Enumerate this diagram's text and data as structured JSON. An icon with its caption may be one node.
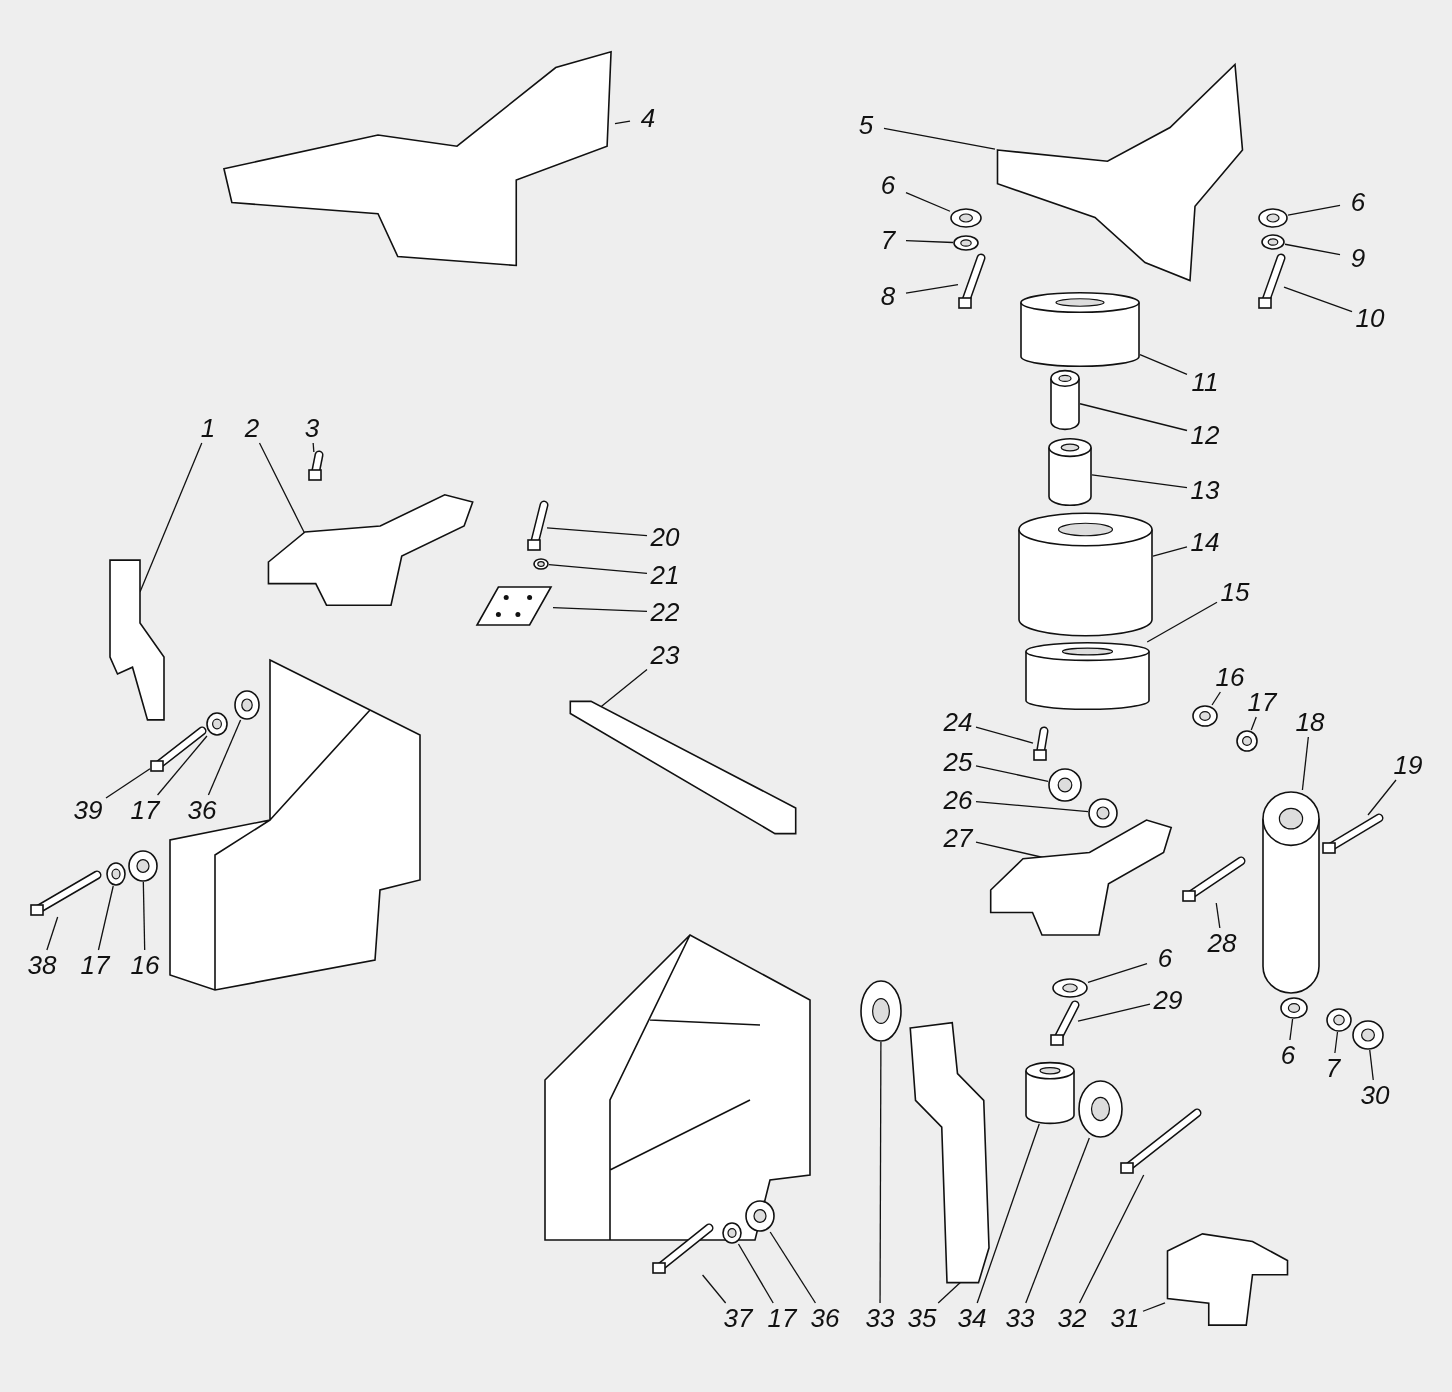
{
  "diagram": {
    "nodes": [
      {
        "text": [
          "1"
        ]
      },
      {
        "text": [],
        "shape": "picture"
      },
      {
        "text": [
          "2"
        ]
      },
      {
        "text": [],
        "shape": "picture"
      },
      {
        "text": [
          "3"
        ]
      },
      {
        "text": [],
        "shape": "bar"
      },
      {
        "text": [
          "4"
        ]
      },
      {
        "text": [],
        "shape": "picture"
      },
      {
        "text": [
          "5"
        ]
      },
      {
        "text": [],
        "shape": "picture"
      },
      {
        "text": [
          "6"
        ]
      },
      {
        "text": [],
        "shape": "circle"
      },
      {
        "text": [
          "7"
        ]
      },
      {
        "text": [],
        "shape": "circle"
      },
      {
        "text": [
          "8"
        ]
      },
      {
        "text": [],
        "shape": "bar"
      },
      {
        "text": [
          "6"
        ]
      },
      {
        "text": [],
        "shape": "circle"
      },
      {
        "text": [
          "9"
        ]
      },
      {
        "text": [],
        "shape": "circle"
      },
      {
        "text": [
          "10"
        ]
      },
      {
        "text": [],
        "shape": "bar"
      },
      {
        "text": [
          "11"
        ]
      },
      {
        "text": [],
        "shape": "cylinder"
      },
      {
        "text": [
          "12"
        ]
      },
      {
        "text": [],
        "shape": "cylinder"
      },
      {
        "text": [
          "13"
        ]
      },
      {
        "text": [],
        "shape": "cylinder"
      },
      {
        "text": [
          "14"
        ]
      },
      {
        "text": [],
        "shape": "cylinder"
      },
      {
        "text": [
          "15"
        ]
      },
      {
        "text": [],
        "shape": "cylinder"
      },
      {
        "text": [
          "16"
        ]
      },
      {
        "text": [],
        "shape": "circle"
      },
      {
        "text": [
          "17"
        ]
      },
      {
        "text": [],
        "shape": "circle"
      },
      {
        "text": [
          "18"
        ]
      },
      {
        "text": [],
        "shape": "cylinder"
      },
      {
        "text": [
          "19"
        ]
      },
      {
        "text": [],
        "shape": "bar"
      },
      {
        "text": [
          "20"
        ]
      },
      {
        "text": [],
        "shape": "bar"
      },
      {
        "text": [
          "21"
        ]
      },
      {
        "text": [],
        "shape": "circle"
      },
      {
        "text": [
          "22"
        ]
      },
      {
        "text": [],
        "shape": "box"
      },
      {
        "text": [
          "23"
        ]
      },
      {
        "text": [],
        "shape": "picture"
      },
      {
        "text": [
          "24"
        ]
      },
      {
        "text": [],
        "shape": "bar"
      },
      {
        "text": [
          "25"
        ]
      },
      {
        "text": [],
        "shape": "circle"
      },
      {
        "text": [
          "26"
        ]
      },
      {
        "text": [],
        "shape": "circle"
      },
      {
        "text": [
          "27"
        ]
      },
      {
        "text": [],
        "shape": "picture"
      },
      {
        "text": [
          "28"
        ]
      },
      {
        "text": [],
        "shape": "bar"
      },
      {
        "text": [
          "6"
        ]
      },
      {
        "text": [],
        "shape": "circle"
      },
      {
        "text": [
          "29"
        ]
      },
      {
        "text": [],
        "shape": "bar"
      },
      {
        "text": [
          "6"
        ]
      },
      {
        "text": [],
        "shape": "circle"
      },
      {
        "text": [
          "7"
        ]
      },
      {
        "text": [],
        "shape": "circle"
      },
      {
        "text": [
          "30"
        ]
      },
      {
        "text": [],
        "shape": "circle"
      },
      {
        "text": [
          "31"
        ]
      },
      {
        "text": [],
        "shape": "picture"
      },
      {
        "text": [
          "32"
        ]
      },
      {
        "text": [],
        "shape": "bar"
      },
      {
        "text": [
          "33"
        ]
      },
      {
        "text": [],
        "shape": "circle"
      },
      {
        "text": [
          "34"
        ]
      },
      {
        "text": [],
        "shape": "cylinder"
      },
      {
        "text": [
          "35"
        ]
      },
      {
        "text": [],
        "shape": "picture"
      },
      {
        "text": [
          "33"
        ]
      },
      {
        "text": [],
        "shape": "circle"
      },
      {
        "text": [
          "36"
        ]
      },
      {
        "text": [],
        "shape": "circle"
      },
      {
        "text": [
          "17"
        ]
      },
      {
        "text": [],
        "shape": "circle"
      },
      {
        "text": [
          "37"
        ]
      },
      {
        "text": [],
        "shape": "bar"
      },
      {
        "text": [
          "38"
        ]
      },
      {
        "text": [],
        "shape": "bar"
      },
      {
        "text": [
          "17"
        ]
      },
      {
        "text": [],
        "shape": "circle"
      },
      {
        "text": [
          "16"
        ]
      },
      {
        "text": [],
        "shape": "circle"
      },
      {
        "text": [
          "39"
        ]
      },
      {
        "text": [],
        "shape": "bar"
      },
      {
        "text": [
          "17"
        ]
      },
      {
        "text": [],
        "shape": "circle"
      },
      {
        "text": [
          "36"
        ]
      },
      {
        "text": [],
        "shape": "circle"
      }
    ],
    "edges": [
      {
        "from": 0,
        "to": 1,
        "arrow": "none"
      },
      {
        "from": 2,
        "to": 3,
        "arrow": "none"
      },
      {
        "from": 4,
        "to": 5,
        "arrow": "none"
      },
      {
        "from": 6,
        "to": 7,
        "arrow": "none"
      },
      {
        "from": 8,
        "to": 9,
        "arrow": "none"
      },
      {
        "from": 10,
        "to": 11,
        "arrow": "none"
      },
      {
        "from": 12,
        "to": 13,
        "arrow": "none"
      },
      {
        "from": 14,
        "to": 15,
        "arrow": "none"
      },
      {
        "from": 16,
        "to": 17,
        "arrow": "none"
      },
      {
        "from": 18,
        "to": 19,
        "arrow": "none"
      },
      {
        "from": 20,
        "to": 21,
        "arrow": "none"
      },
      {
        "from": 22,
        "to": 23,
        "arrow": "none"
      },
      {
        "from": 24,
        "to": 25,
        "arrow": "none"
      },
      {
        "from": 26,
        "to": 27,
        "arrow": "none"
      },
      {
        "from": 28,
        "to": 29,
        "arrow": "none"
      },
      {
        "from": 30,
        "to": 31,
        "arrow": "none"
      },
      {
        "from": 32,
        "to": 33,
        "arrow": "none"
      },
      {
        "from": 34,
        "to": 35,
        "arrow": "none"
      },
      {
        "from": 36,
        "to": 37,
        "arrow": "none"
      },
      {
        "from": 38,
        "to": 39,
        "arrow": "none"
      },
      {
        "from": 40,
        "to": 41,
        "arrow": "none"
      },
      {
        "from": 42,
        "to": 43,
        "arrow": "none"
      },
      {
        "from": 44,
        "to": 45,
        "arrow": "none"
      },
      {
        "from": 46,
        "to": 47,
        "arrow": "none"
      },
      {
        "from": 48,
        "to": 49,
        "arrow": "none"
      },
      {
        "from": 50,
        "to": 51,
        "arrow": "none"
      },
      {
        "from": 52,
        "to": 53,
        "arrow": "none"
      },
      {
        "from": 54,
        "to": 55,
        "arrow": "none"
      },
      {
        "from": 56,
        "to": 57,
        "arrow": "none"
      },
      {
        "from": 58,
        "to": 59,
        "arrow": "none"
      },
      {
        "from": 60,
        "to": 61,
        "arrow": "none"
      },
      {
        "from": 62,
        "to": 63,
        "arrow": "none"
      },
      {
        "from": 64,
        "to": 65,
        "arrow": "none"
      },
      {
        "from": 66,
        "to": 67,
        "arrow": "none"
      },
      {
        "from": 68,
        "to": 69,
        "arrow": "none"
      },
      {
        "from": 70,
        "to": 71,
        "arrow": "none"
      },
      {
        "from": 72,
        "to": 73,
        "arrow": "none"
      },
      {
        "from": 74,
        "to": 75,
        "arrow": "none"
      },
      {
        "from": 76,
        "to": 77,
        "arrow": "none"
      },
      {
        "from": 78,
        "to": 79,
        "arrow": "none"
      },
      {
        "from": 80,
        "to": 81,
        "arrow": "none"
      },
      {
        "from": 82,
        "to": 83,
        "arrow": "none"
      },
      {
        "from": 84,
        "to": 85,
        "arrow": "none"
      },
      {
        "from": 86,
        "to": 87,
        "arrow": "none"
      },
      {
        "from": 88,
        "to": 89,
        "arrow": "none"
      },
      {
        "from": 90,
        "to": 91,
        "arrow": "none"
      },
      {
        "from": 92,
        "to": 93,
        "arrow": "none"
      },
      {
        "from": 94,
        "to": 95,
        "arrow": "none"
      },
      {
        "from": 96,
        "to": 97,
        "arrow": "none"
      }
    ]
  }
}
